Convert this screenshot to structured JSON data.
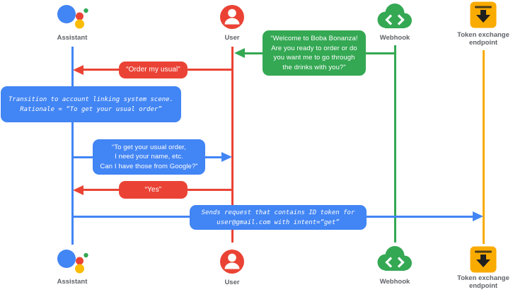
{
  "palette": {
    "blue": "#4285F4",
    "red": "#EA4335",
    "green": "#34A853",
    "yellow": "#F9AB00",
    "label_gray": "#5F6368",
    "icon_dark": "#1F1F1F",
    "background": "#FFFFFF"
  },
  "actors": {
    "assistant": {
      "label": "Assistant",
      "icon": "google-assistant-icon",
      "lifeline_color": "#4285F4"
    },
    "user": {
      "label": "User",
      "icon": "user-icon",
      "lifeline_color": "#EA4335"
    },
    "webhook": {
      "label": "Webhook",
      "icon": "webhook-cloud-icon",
      "lifeline_color": "#34A853"
    },
    "token": {
      "label": "Token exchange endpoint",
      "icon": "token-exchange-endpoint-icon",
      "lifeline_color": "#F9AB00"
    }
  },
  "messages": {
    "welcome": {
      "from": "Webhook",
      "to": "User",
      "style": "speech",
      "color": "#34A853",
      "lines": [
        "“Welcome to Boba Bonanza!",
        "Are you ready to order or do",
        "you want me to go through",
        "the drinks with you?”"
      ]
    },
    "order": {
      "from": "User",
      "to": "Assistant",
      "style": "speech",
      "color": "#EA4335",
      "text": "“Order my usual”"
    },
    "transition": {
      "style": "system-note",
      "color": "#4285F4",
      "lines": [
        "Transition to account linking system scene.",
        "Rationale = “To get your usual order”"
      ]
    },
    "ask": {
      "from": "Assistant",
      "to": "User",
      "style": "speech",
      "color": "#4285F4",
      "lines": [
        "“To get your usual order,",
        "I need your name, etc.",
        "Can I have those from Google?”"
      ]
    },
    "yes": {
      "from": "User",
      "to": "Assistant",
      "style": "speech",
      "color": "#EA4335",
      "text": "“Yes”"
    },
    "sends": {
      "from": "Assistant",
      "to": "Token exchange endpoint",
      "style": "system-note",
      "color": "#4285F4",
      "lines": [
        "Sends request that contains ID token for",
        "user@gmail.com with intent=“get”"
      ]
    }
  }
}
